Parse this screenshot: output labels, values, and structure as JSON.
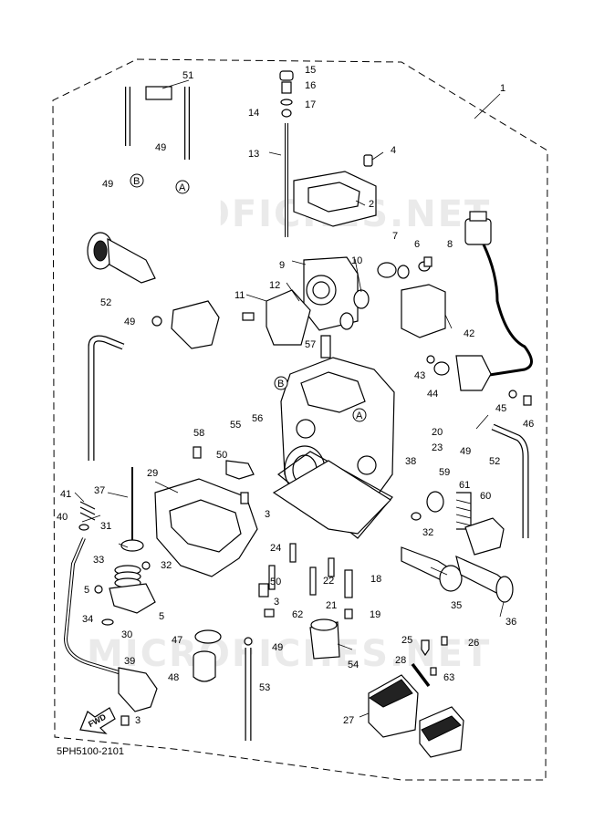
{
  "diagram": {
    "code": "5PH5100-2101",
    "watermark": "MICROFICHES.NET",
    "fwd_label": "FWD",
    "ref_marks": [
      "A",
      "B"
    ],
    "callouts": [
      "1",
      "2",
      "3",
      "4",
      "5",
      "6",
      "7",
      "8",
      "9",
      "10",
      "11",
      "12",
      "13",
      "14",
      "15",
      "16",
      "17",
      "18",
      "19",
      "20",
      "21",
      "22",
      "23",
      "24",
      "25",
      "26",
      "27",
      "28",
      "29",
      "30",
      "31",
      "32",
      "33",
      "34",
      "35",
      "36",
      "37",
      "38",
      "39",
      "40",
      "41",
      "42",
      "43",
      "44",
      "45",
      "46",
      "47",
      "48",
      "49",
      "50",
      "51",
      "52",
      "53",
      "54",
      "55",
      "56",
      "57",
      "58",
      "59",
      "60",
      "61",
      "62",
      "63"
    ]
  }
}
